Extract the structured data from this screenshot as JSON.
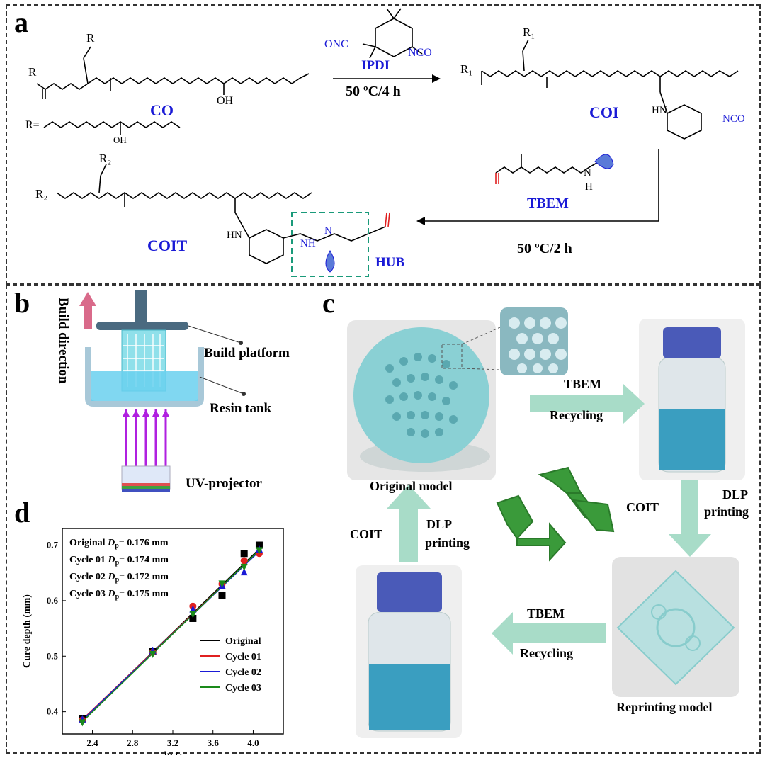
{
  "panels": {
    "a": "a",
    "b": "b",
    "c": "c",
    "d": "d"
  },
  "scheme": {
    "co_label": "CO",
    "r_label": "R=",
    "r_oh": "OH",
    "co_oh": "OH",
    "co_r": "R",
    "ipdi_label": "IPDI",
    "ipdi_onc": "ONC",
    "ipdi_nco": "NCO",
    "cond1": "50 ºC/4 h",
    "coi_label": "COI",
    "coi_r1": "R₁",
    "coi_hn": "HN",
    "coi_nco": "NCO",
    "tbem_label": "TBEM",
    "tbem_n": "N",
    "tbem_h": "H",
    "cond2": "50 ºC/2 h",
    "coit_label": "COIT",
    "coit_r2": "R₂",
    "coit_hn": "HN",
    "hub_label": "HUB",
    "hub_nh": "NH",
    "hub_n": "N"
  },
  "printer": {
    "build_direction": "Build direction",
    "build_platform": "Build platform",
    "resin_tank": "Resin tank",
    "uv_projector": "UV-projector"
  },
  "cycle": {
    "original_model": "Original model",
    "reprinting_model": "Reprinting model",
    "tbem_top": "TBEM",
    "recycling_top": "Recycling",
    "tbem_bottom": "TBEM",
    "recycling_bottom": "Recycling",
    "coit_right": "COIT",
    "dlp_right_1": "DLP",
    "dlp_right_2": "printing",
    "coit_left": "COIT",
    "dlp_left_1": "DLP",
    "dlp_left_2": "printing"
  },
  "colors": {
    "scheme_blue": "#1a1ad6",
    "arrow_mint": "#a8dcc8",
    "recycle_green": "#3a9a3a",
    "resin_blue": "#4ab0c8"
  },
  "chart_data": {
    "type": "scatter",
    "xlabel": "ln t_d",
    "ylabel": "Cure depth (mm)",
    "xlim": [
      2.1,
      4.3
    ],
    "ylim": [
      0.36,
      0.73
    ],
    "xticks": [
      2.4,
      2.8,
      3.2,
      3.6,
      4.0
    ],
    "yticks": [
      0.4,
      0.5,
      0.6,
      0.7
    ],
    "xtick_labels": [
      "2.4",
      "2.8",
      "3.2",
      "3.6",
      "4.0"
    ],
    "ytick_labels": [
      "0.4",
      "0.5",
      "0.6",
      "0.7"
    ],
    "annotations": [
      {
        "prefix": "Original ",
        "dp": "D",
        "sub": "p",
        "value": "= 0.176 mm"
      },
      {
        "prefix": "Cycle 01 ",
        "dp": "D",
        "sub": "p",
        "value": "= 0.174 mm"
      },
      {
        "prefix": "Cycle 02 ",
        "dp": "D",
        "sub": "p",
        "value": "= 0.172 mm"
      },
      {
        "prefix": "Cycle 03 ",
        "dp": "D",
        "sub": "p",
        "value": "= 0.175 mm"
      }
    ],
    "legend_position": "lower-right",
    "series": [
      {
        "name": "Original",
        "color": "#000000",
        "marker": "square",
        "x": [
          2.3,
          3.0,
          3.4,
          3.69,
          3.91,
          4.06
        ],
        "y": [
          0.388,
          0.508,
          0.568,
          0.61,
          0.685,
          0.7
        ],
        "fit": [
          [
            2.3,
            0.385
          ],
          [
            4.06,
            0.693
          ]
        ]
      },
      {
        "name": "Cycle 01",
        "color": "#e02020",
        "marker": "circle",
        "x": [
          2.3,
          3.0,
          3.4,
          3.69,
          3.91,
          4.06
        ],
        "y": [
          0.385,
          0.507,
          0.59,
          0.63,
          0.672,
          0.685
        ],
        "fit": [
          [
            2.3,
            0.386
          ],
          [
            4.06,
            0.69
          ]
        ]
      },
      {
        "name": "Cycle 02",
        "color": "#1a1ad6",
        "marker": "triangle-up",
        "x": [
          2.3,
          3.0,
          3.4,
          3.69,
          3.91,
          4.06
        ],
        "y": [
          0.387,
          0.51,
          0.585,
          0.628,
          0.652,
          0.693
        ],
        "fit": [
          [
            2.3,
            0.385
          ],
          [
            4.06,
            0.689
          ]
        ]
      },
      {
        "name": "Cycle 03",
        "color": "#1a8a1a",
        "marker": "triangle-down",
        "x": [
          2.3,
          3.0,
          3.4,
          3.69,
          3.91,
          4.06
        ],
        "y": [
          0.38,
          0.503,
          0.575,
          0.63,
          0.66,
          0.69
        ],
        "fit": [
          [
            2.3,
            0.382
          ],
          [
            4.06,
            0.691
          ]
        ]
      }
    ]
  }
}
